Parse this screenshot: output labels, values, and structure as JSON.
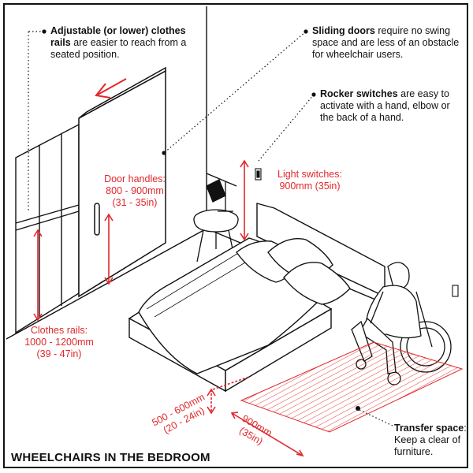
{
  "title": "WHEELCHAIRS IN THE BEDROOM",
  "notes": {
    "rails": {
      "bold": "Adjustable (or lower) clothes rails",
      "rest": " are easier to reach from a seated position."
    },
    "sliding": {
      "bold": "Sliding doors",
      "rest": " require no swing space and are less of an obstacle for wheelchair users."
    },
    "rocker": {
      "bold": "Rocker switches",
      "rest": " are easy to activate with a hand, elbow or the back of a hand."
    },
    "transfer": {
      "bold": "Transfer space",
      "rest": ": Keep a clear of furniture."
    }
  },
  "measurements": {
    "door_handles": {
      "label": "Door handles:",
      "mm": "800 - 900mm",
      "in": "(31 - 35in)"
    },
    "light_switches": {
      "label": "Light switches:",
      "mm": "900mm (35in)"
    },
    "clothes_rails": {
      "label": "Clothes rails:",
      "mm": "1000 - 1200mm",
      "in": "(39 - 47in)"
    },
    "bed_gap": {
      "mm": "500 - 600mm",
      "in": "(20 - 24in)"
    },
    "transfer_width": {
      "mm": "900mm",
      "in": "(35in)"
    }
  },
  "colors": {
    "accent": "#e0282b",
    "ink": "#111111"
  }
}
